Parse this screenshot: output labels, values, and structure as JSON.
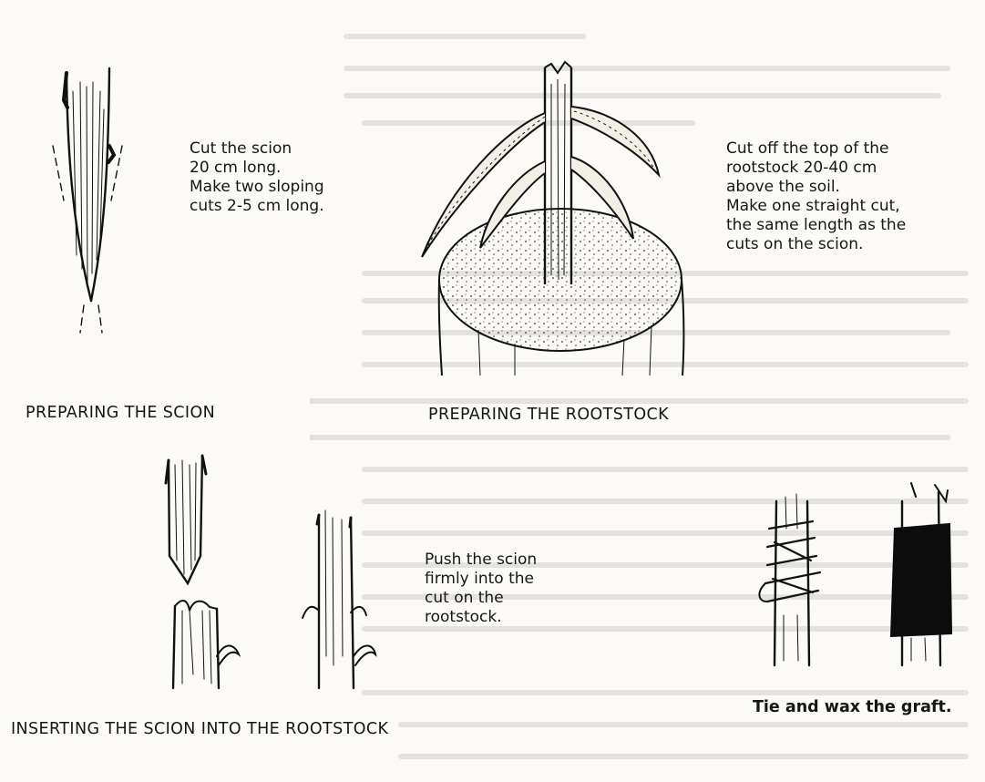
{
  "steps": {
    "scion": {
      "caption": "PREPARING THE SCION",
      "note": "Cut the scion\n20 cm long.\nMake two sloping\ncuts 2-5 cm long."
    },
    "rootstock": {
      "caption": "PREPARING THE ROOTSTOCK",
      "note": "Cut off the top of the\nrootstock 20-40 cm\nabove the soil.\nMake one straight cut,\nthe same length as the\ncuts on the scion."
    },
    "insert": {
      "caption": "INSERTING THE SCION INTO THE ROOTSTOCK",
      "note": "Push the scion\nfirmly into the\ncut on the\nrootstock."
    },
    "tie": {
      "caption": "Tie and wax the graft."
    }
  }
}
